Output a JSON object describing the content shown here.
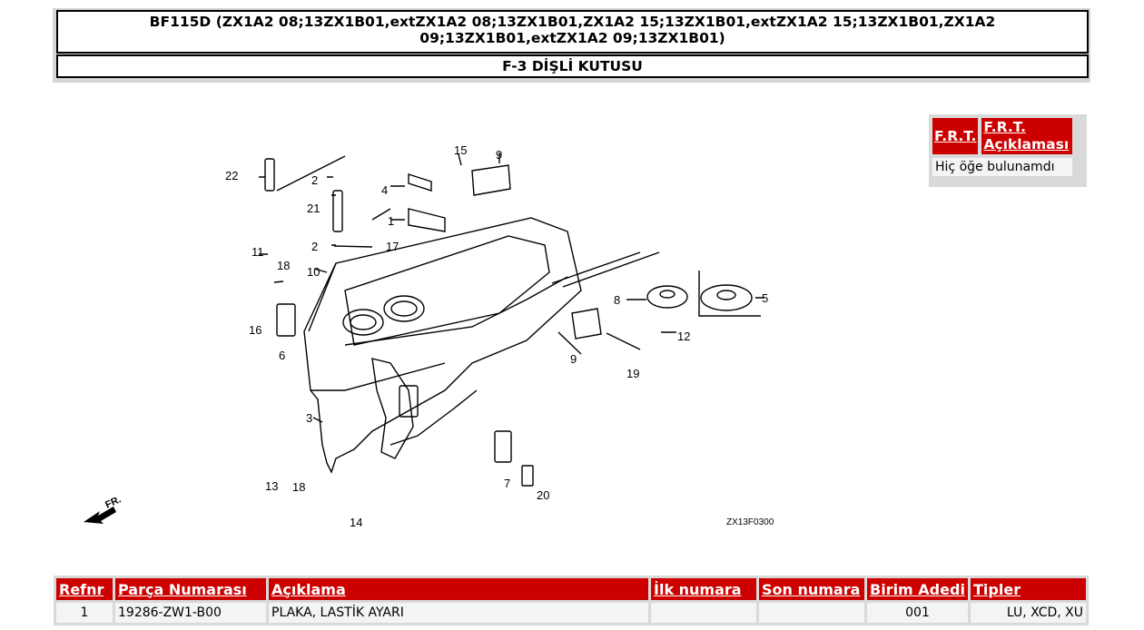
{
  "header": {
    "model_title": "BF115D (ZX1A2 08;13ZX1B01,extZX1A2 08;13ZX1B01,ZX1A2 15;13ZX1B01,extZX1A2 15;13ZX1B01,ZX1A2 09;13ZX1B01,extZX1A2 09;13ZX1B01)",
    "section_title": "F-3 DİŞLİ KUTUSU"
  },
  "diagram": {
    "code": "ZX13F0300",
    "front_marker": "FR.",
    "callouts": [
      "22",
      "2",
      "21",
      "2",
      "10",
      "11",
      "18",
      "16",
      "6",
      "3",
      "13",
      "18",
      "14",
      "15",
      "9",
      "4",
      "1",
      "17",
      "8",
      "5",
      "9",
      "19",
      "12",
      "7",
      "20"
    ]
  },
  "frt": {
    "col1": "F.R.T.",
    "col2": "F.R.T. Açıklaması",
    "empty_text": "Hiç öğe bulunamdı"
  },
  "parts": {
    "headers": {
      "refnr": "Refnr",
      "part_number": "Parça Numarası",
      "description": "Açıklama",
      "first_number": "İlk numara",
      "last_number": "Son numara",
      "unit_qty": "Birim Adedi",
      "types": "Tipler"
    },
    "rows": [
      {
        "refnr": "1",
        "part_number": "19286-ZW1-B00",
        "description": "PLAKA, LASTİK AYARI",
        "first_number": "",
        "last_number": "",
        "unit_qty": "001",
        "types": "LU, XCD, XU"
      }
    ]
  },
  "colors": {
    "header_red": "#cc0000",
    "panel_gray": "#d9d9d9",
    "cell_bg": "#f4f4f4"
  }
}
